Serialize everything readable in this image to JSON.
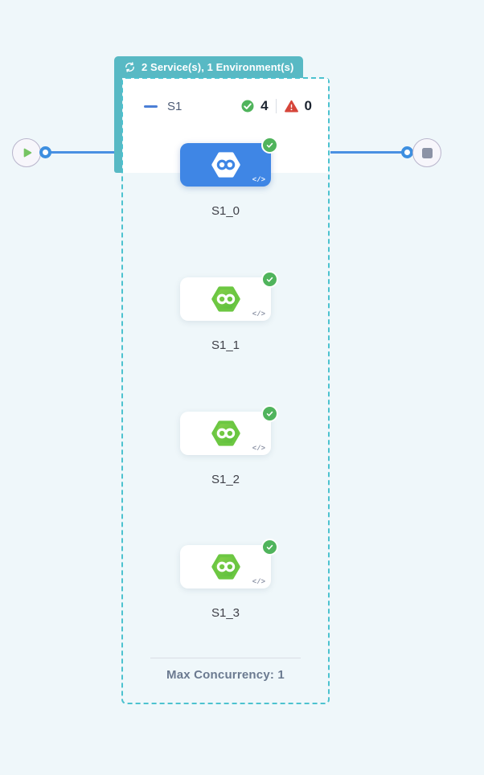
{
  "badge": {
    "icon": "loop-icon",
    "label": "2 Service(s), 1 Environment(s)"
  },
  "stage": {
    "collapse_icon": "minus-icon",
    "name": "S1",
    "success_icon": "check-circle-icon",
    "success_count": "4",
    "failure_icon": "warning-triangle-icon",
    "failure_count": "0",
    "footer_label": "Max Concurrency: 1",
    "nodes": [
      {
        "label": "S1_0",
        "status": "success",
        "selected": true,
        "type_icon": "service-hexagon-icon"
      },
      {
        "label": "S1_1",
        "status": "success",
        "selected": false,
        "type_icon": "service-hexagon-icon"
      },
      {
        "label": "S1_2",
        "status": "success",
        "selected": false,
        "type_icon": "service-hexagon-icon"
      },
      {
        "label": "S1_3",
        "status": "success",
        "selected": false,
        "type_icon": "service-hexagon-icon"
      }
    ]
  },
  "flow": {
    "start_icon": "play-icon",
    "end_icon": "stop-icon"
  },
  "glyphs": {
    "code": "</>"
  },
  "colors": {
    "canvas_bg": "#eff7fa",
    "accent_teal": "#58b9c4",
    "dashed_border_teal": "#4cc2cf",
    "edge_blue": "#4a90e2",
    "selected_node_blue": "#3f86e5",
    "service_green_light": "#8ad24c",
    "service_green_dark": "#55bc3a",
    "success_green": "#50b45c",
    "error_red": "#d6453a",
    "play_green": "#76c463",
    "stop_gray": "#8c93a6"
  }
}
